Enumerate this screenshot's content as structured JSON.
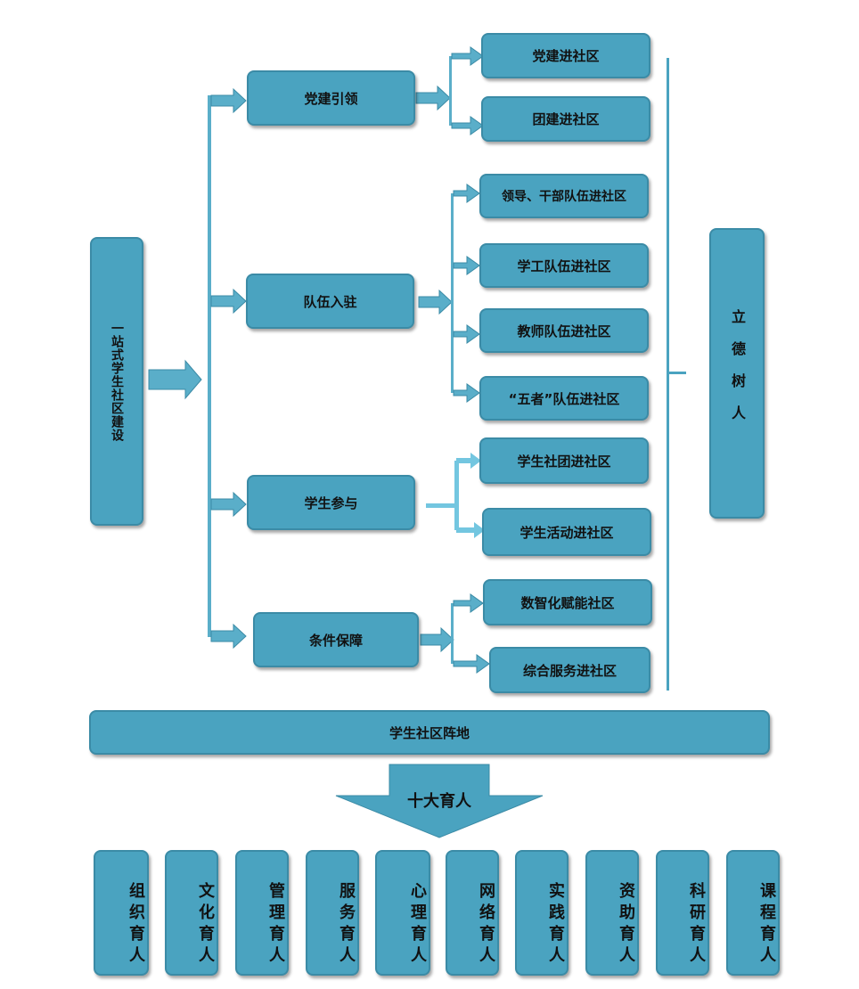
{
  "left": {
    "label": "一站式学生社区建设"
  },
  "right": {
    "label": "立德树人"
  },
  "mid": [
    "党建引领",
    "队伍入驻",
    "学生参与",
    "条件保障"
  ],
  "leaves": [
    "党建进社区",
    "团建进社区",
    "领导、干部队伍进社区",
    "学工队伍进社区",
    "教师队伍进社区",
    "“五者”队伍进社区",
    "学生社团进社区",
    "学生活动进社区",
    "数智化赋能社区",
    "综合服务进社区"
  ],
  "base": {
    "label": "学生社区阵地"
  },
  "arrow_label": "十大育人",
  "bottom": [
    "组织育人",
    "文化育人",
    "管理育人",
    "服务育人",
    "心理育人",
    "网络育人",
    "实践育人",
    "资助育人",
    "科研育人",
    "课程育人"
  ],
  "colors": {
    "box_fill": "#4aa3c0",
    "box_border": "#3b8ba6",
    "connector": "#5aaec9",
    "connector_light": "#73c6e0"
  }
}
